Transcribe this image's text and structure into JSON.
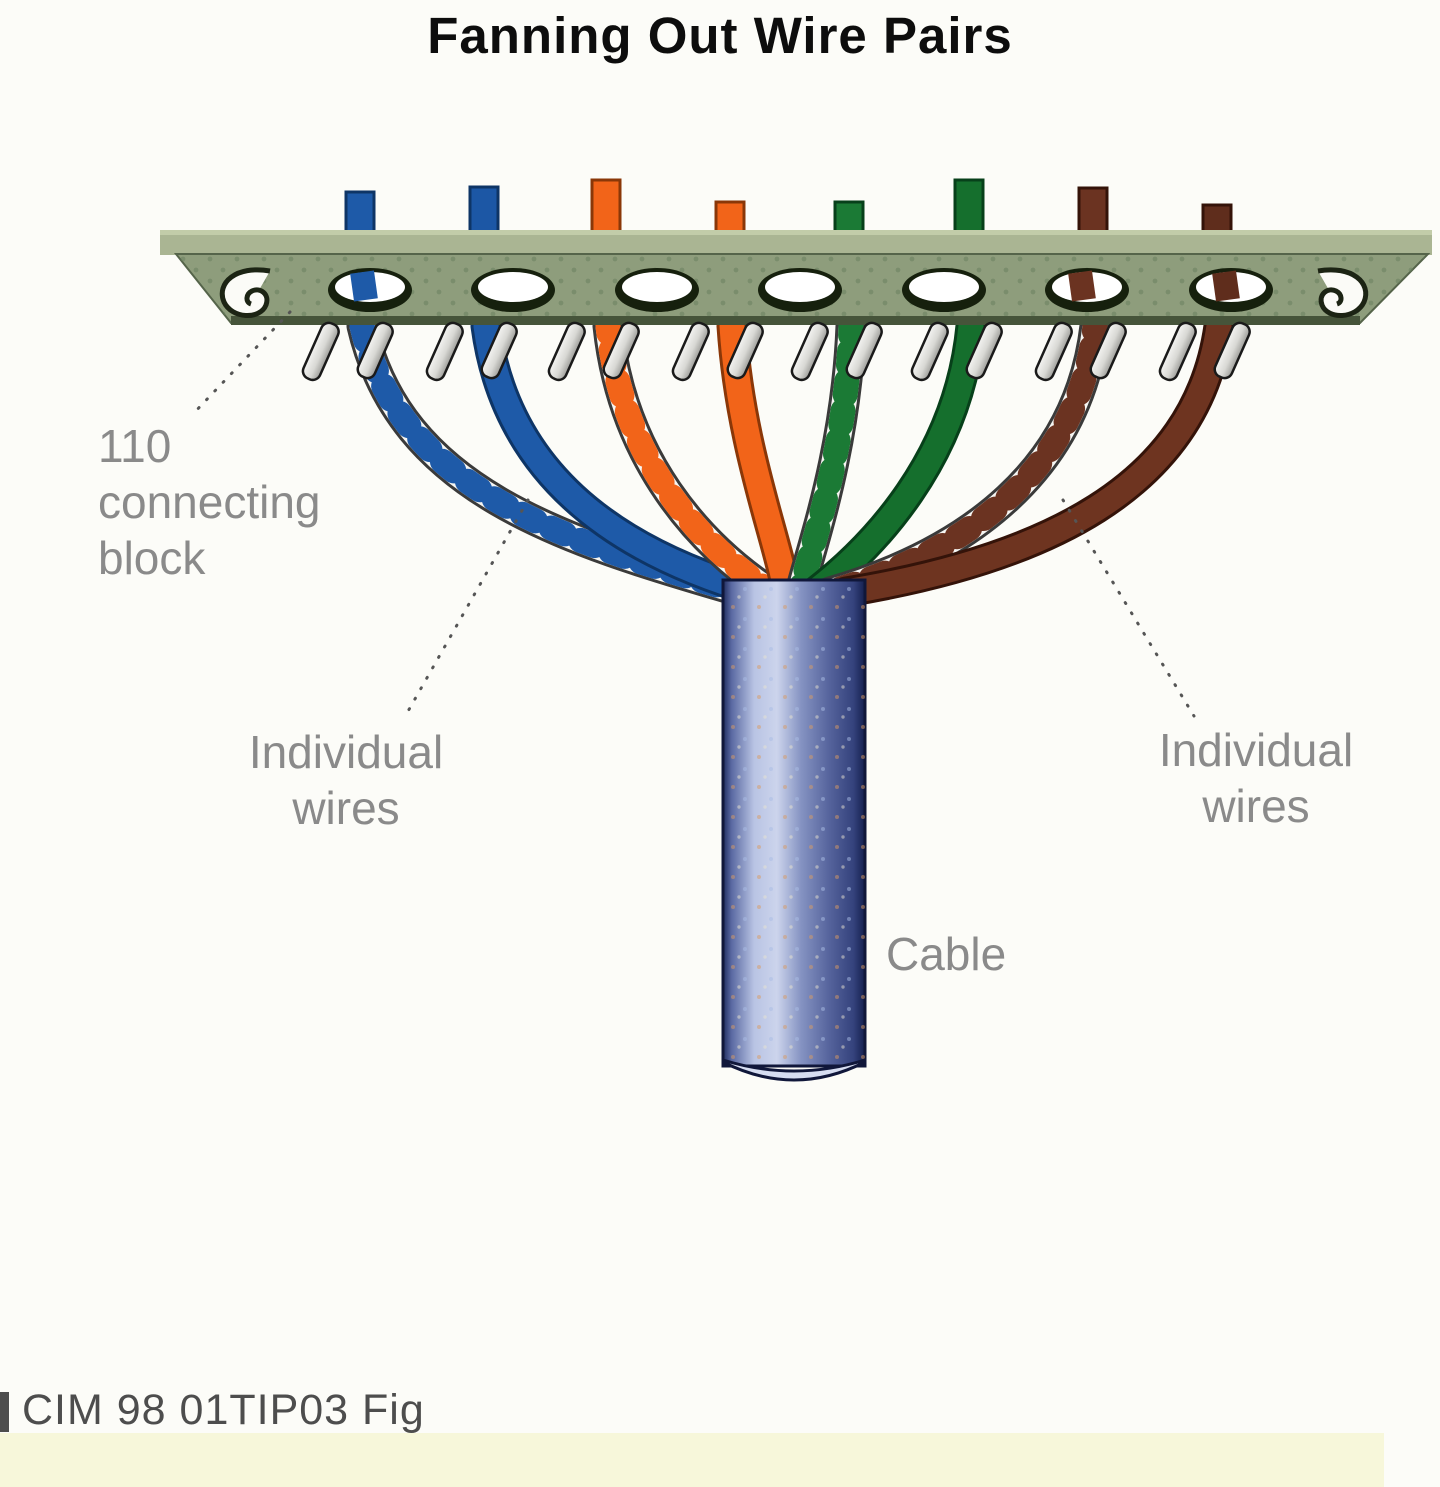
{
  "title": "Fanning Out Wire Pairs",
  "diagram": {
    "connecting_block_label": {
      "lines": [
        "110",
        "connecting",
        "block"
      ]
    },
    "individual_wires_left": {
      "lines": [
        "Individual",
        "wires"
      ]
    },
    "individual_wires_right": {
      "lines": [
        "Individual",
        "wires"
      ]
    },
    "cable_label": "Cable",
    "wires": [
      {
        "name": "white-blue striped wire",
        "color": "#1e5aa8",
        "striped": true
      },
      {
        "name": "blue wire",
        "color": "#1e5aa8",
        "striped": false
      },
      {
        "name": "white-orange striped wire",
        "color": "#f26419",
        "striped": true
      },
      {
        "name": "orange wire",
        "color": "#f26419",
        "striped": false
      },
      {
        "name": "white-green striped wire",
        "color": "#1b7a35",
        "striped": true
      },
      {
        "name": "green wire",
        "color": "#156f2d",
        "striped": false
      },
      {
        "name": "white-brown striped wire",
        "color": "#6b3321",
        "striped": true
      },
      {
        "name": "brown wire",
        "color": "#5f2d1c",
        "striped": false
      }
    ],
    "colors": {
      "block_face": "#8e9d7c",
      "block_top": "#aab593",
      "cable": "#5265a5",
      "background": "#fcfcf8",
      "footer_band": "#f7f7da",
      "label_gray": "#8a8a8a"
    }
  },
  "caption": "CIM 98 01TIP03 Fig"
}
